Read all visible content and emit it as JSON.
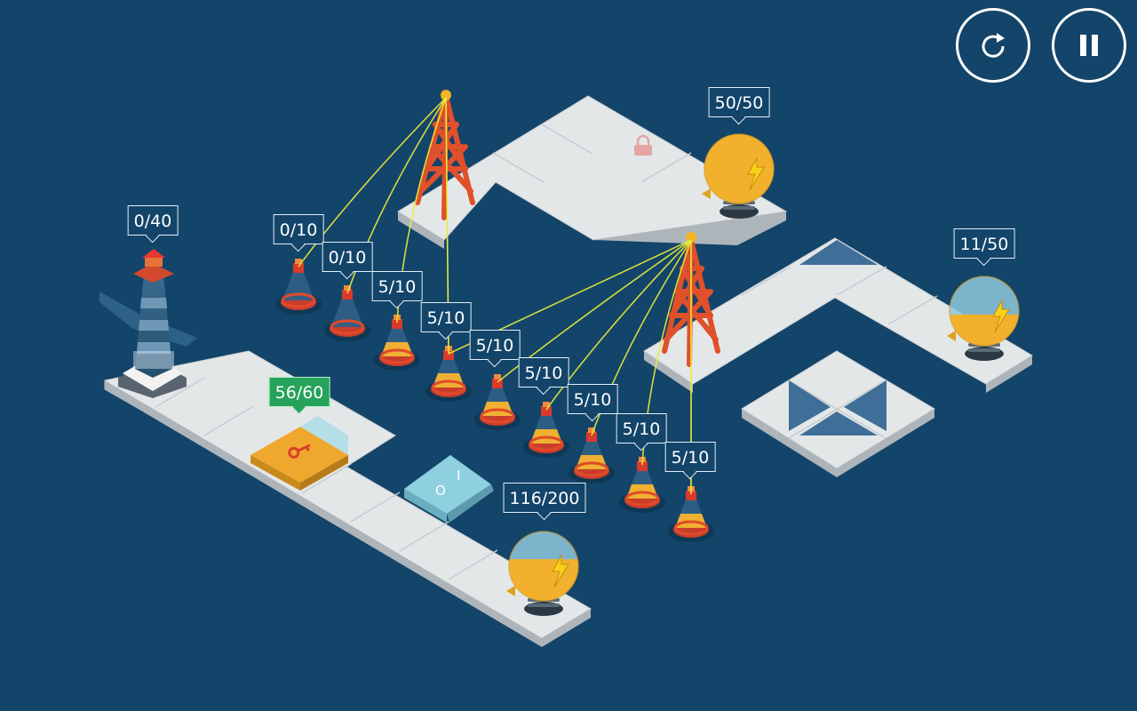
{
  "hud": {
    "restart_icon": "restart-icon",
    "pause_icon": "pause-icon"
  },
  "lighthouse": {
    "label": "0/40"
  },
  "key_tile": {
    "label": "56/60",
    "icon": "key-icon"
  },
  "switch_tile": {
    "on": "I",
    "off": "O"
  },
  "lock_icon": "lock-icon",
  "bulbs": [
    {
      "id": "top",
      "label": "50/50",
      "fill": 1.0
    },
    {
      "id": "right",
      "label": "11/50",
      "fill": 0.45
    },
    {
      "id": "bottom",
      "label": "116/200",
      "fill": 0.6
    }
  ],
  "buoys": [
    {
      "label": "0/10"
    },
    {
      "label": "0/10"
    },
    {
      "label": "5/10"
    },
    {
      "label": "5/10"
    },
    {
      "label": "5/10"
    },
    {
      "label": "5/10"
    },
    {
      "label": "5/10"
    },
    {
      "label": "5/10"
    },
    {
      "label": "5/10"
    }
  ],
  "colors": {
    "water": "#13446a",
    "tile": "#e4e7e8",
    "tower": "#e0502a",
    "bulb": "#f2b12c",
    "wire": "#e8ec3a",
    "tag_active": "#26a25a"
  }
}
